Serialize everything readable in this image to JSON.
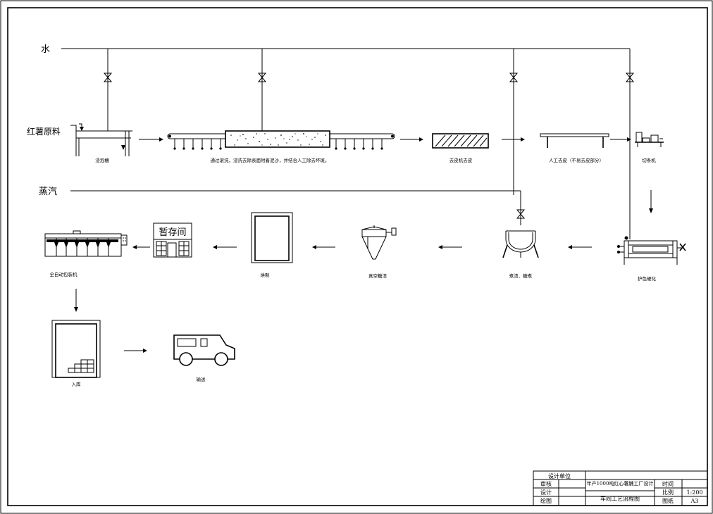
{
  "inputs": {
    "water": "水",
    "raw_material": "红薯原料",
    "steam": "蒸汽"
  },
  "steps": {
    "soak_tank": "浸泡槽",
    "wash_conveyor": "通过滚洗，浸洗去除表面附着泥沙，并结合人工除去坏斑。",
    "peeler": "去皮机去皮",
    "manual_trim": "人工去皮（不易去皮部分）",
    "cutter": "切条机",
    "color_protect": "护色硬化",
    "sugar_boil": "煮渍、糖煮",
    "vacuum_soak": "真空糖渍",
    "drying": "烘制",
    "temp_storage_sign": "暂存间",
    "auto_packer": "全自动包装机",
    "warehouse": "入库",
    "transport": "输送"
  },
  "title_block": {
    "design_unit": "设计单位",
    "project": "年产1000吨红心薯脯工厂设计",
    "drawing_name": "车间工艺流程图",
    "review": "审核",
    "design": "设计",
    "draw": "绘图",
    "time": "时间",
    "scale_label": "比例",
    "scale_value": "1:200",
    "sheet_label": "图纸",
    "sheet_value": "A3"
  }
}
